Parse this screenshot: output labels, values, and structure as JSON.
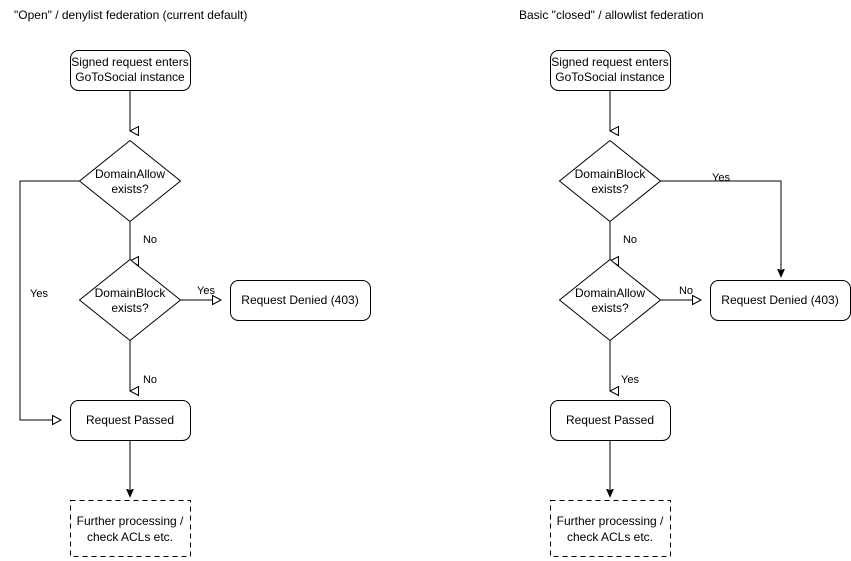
{
  "panels": [
    {
      "id": "open-denylist",
      "title": "\"Open\" / denylist federation (current default)",
      "nodes": {
        "entry": "Signed request enters",
        "entry_line2": "GoToSocial instance",
        "decision1_line1": "DomainAllow",
        "decision1_line2": "exists?",
        "decision2_line1": "DomainBlock",
        "decision2_line2": "exists?",
        "denied": "Request Denied (403)",
        "passed": "Request Passed",
        "further_line1": "Further processing /",
        "further_line2": "check ACLs etc."
      },
      "edge_labels": {
        "allow_yes": "Yes",
        "allow_no": "No",
        "block_yes": "Yes",
        "block_no": "No"
      }
    },
    {
      "id": "closed-allowlist",
      "title": "Basic \"closed\" / allowlist federation",
      "nodes": {
        "entry": "Signed request enters",
        "entry_line2": "GoToSocial instance",
        "decision1_line1": "DomainBlock",
        "decision1_line2": "exists?",
        "decision2_line1": "DomainAllow",
        "decision2_line2": "exists?",
        "denied": "Request Denied (403)",
        "passed": "Request Passed",
        "further_line1": "Further processing /",
        "further_line2": "check ACLs etc."
      },
      "edge_labels": {
        "block_yes": "Yes",
        "block_no": "No",
        "allow_no": "No",
        "allow_yes": "Yes"
      }
    }
  ],
  "colors": {
    "stroke": "#000000",
    "fill": "#ffffff",
    "text": "#000000"
  }
}
